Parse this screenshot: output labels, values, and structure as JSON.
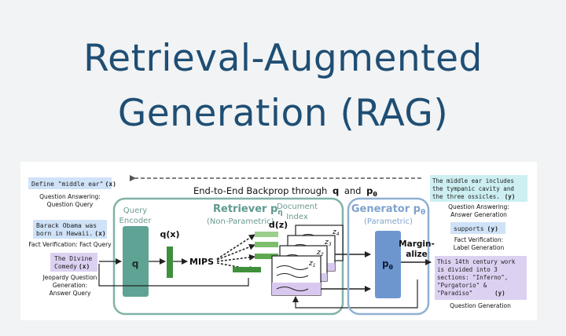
{
  "title": {
    "line1": "Retrieval-Augmented",
    "line2": "Generation (RAG)"
  },
  "diagram": {
    "backprop_label": "End-to-End Backprop through",
    "backprop_q": "q",
    "backprop_and": "and",
    "backprop_p": "p",
    "backprop_p_sub": "θ",
    "query_encoder": {
      "line1": "Query",
      "line2": "Encoder",
      "symbol": "q"
    },
    "retriever": {
      "title": "Retriever p",
      "sub": "η",
      "subtitle": "(Non-Parametric)"
    },
    "document_index": {
      "line1": "Document",
      "line2": "Index"
    },
    "qx": "q(x)",
    "dz": "d(z)",
    "mips": "MIPS",
    "z_labels": [
      "z",
      "z",
      "z",
      "z"
    ],
    "z_subs": [
      "4",
      "3",
      "2",
      "1"
    ],
    "generator": {
      "title": "Generator p",
      "sub": "θ",
      "subtitle": "(Parametric)",
      "symbol": "p",
      "symbol_sub": "θ"
    },
    "marginalize": {
      "line1": "Margin-",
      "line2": "alize"
    },
    "inputs": [
      {
        "text": [
          "Define \"middle ear\""
        ],
        "tag": "(x)",
        "caption": [
          "Question Answering:",
          "Question Query"
        ]
      },
      {
        "text": [
          "Barack Obama was",
          "born in Hawaii."
        ],
        "tag": "(x)",
        "caption": [
          "Fact Verification: Fact Query"
        ]
      },
      {
        "text": [
          "The Divine",
          "Comedy"
        ],
        "tag": "(x)",
        "caption": [
          "Jeopardy Question",
          "Generation:",
          "Answer Query"
        ]
      }
    ],
    "outputs": [
      {
        "text": [
          "The middle ear includes",
          "the tympanic cavity and",
          "the three ossicles."
        ],
        "tag": "(y)",
        "caption": [
          "Question Answering:",
          "Answer Generation"
        ]
      },
      {
        "text": [
          "supports"
        ],
        "tag": "(y)",
        "caption": [
          "Fact Verification:",
          "Label Generation"
        ]
      },
      {
        "text": [
          "This 14th century work",
          "is divided into 3",
          "sections: \"Inferno\",",
          "\"Purgatorio\" &",
          "\"Paradiso\""
        ],
        "tag": "(y)",
        "caption": [
          "Question Generation"
        ]
      }
    ]
  },
  "colors": {
    "title": "#1f4e74",
    "retriever_box": "#7fb3a8",
    "generator_box": "#8fb0d4",
    "query_encoder": "#5fa394",
    "generator_block": "#6d96cf",
    "green_bar": "#3f8f3c",
    "doc_purple": "#d8c8ef",
    "input_blue": "#cfe2f7",
    "input_purple": "#ddd1f2",
    "output_cyan": "#cdeff2",
    "output_blue": "#cfe2f7",
    "output_purple": "#ddd1f2"
  }
}
